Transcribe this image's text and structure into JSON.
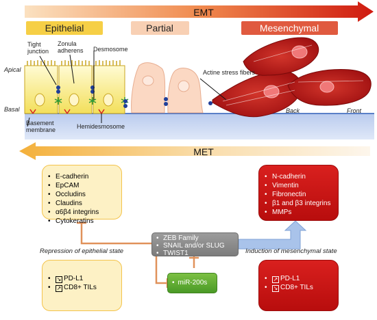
{
  "emt_label": "EMT",
  "met_label": "MET",
  "stages": [
    "Epithelial",
    "Partial",
    "Mesenchymal"
  ],
  "annotations": {
    "apical": "Apical",
    "basal": "Basal",
    "tight_junction": "Tight junction",
    "zonula_adherens": "Zonula adherens",
    "desmosome": "Desmosome",
    "hemidesmosome": "Hemidesmosome",
    "basement_membrane": "Basement membrane",
    "actine_stress_fibers": "Actine stress fibers",
    "back": "Back",
    "front": "Front"
  },
  "epithelial_markers": [
    "E-cadherin",
    "EpCAM",
    "Occludins",
    "Claudins",
    "α6β4 integrins",
    "Cytokeratins"
  ],
  "mesenchymal_markers": [
    "N-cadherin",
    "Vimentin",
    "Fibronectin",
    "β1 and β3 integrins",
    "MMPs"
  ],
  "transcription_factors": [
    "ZEB Family",
    "SNAIL and/or SLUG",
    "TWIST1"
  ],
  "mirna": "miR-200s",
  "repression_label": "Repression of epithelial state",
  "induction_label": "Induction of mesenchymal state",
  "epithelial_immune": [
    {
      "trend": "down",
      "label": "PD-L1"
    },
    {
      "trend": "up",
      "label": "CD8+ TILs"
    }
  ],
  "mesenchymal_immune": [
    {
      "trend": "up",
      "label": "PD-L1"
    },
    {
      "trend": "down",
      "label": "CD8+ TILs"
    }
  ],
  "colors": {
    "emt_arrow_start": "#f8c79a",
    "emt_arrow_end": "#d01a10",
    "epithelial": "#f7d34a",
    "partial": "#f6cbb0",
    "mesenchymal": "#d9432a",
    "inhibition": "#e0915a",
    "induction": "#a9c3ea"
  }
}
